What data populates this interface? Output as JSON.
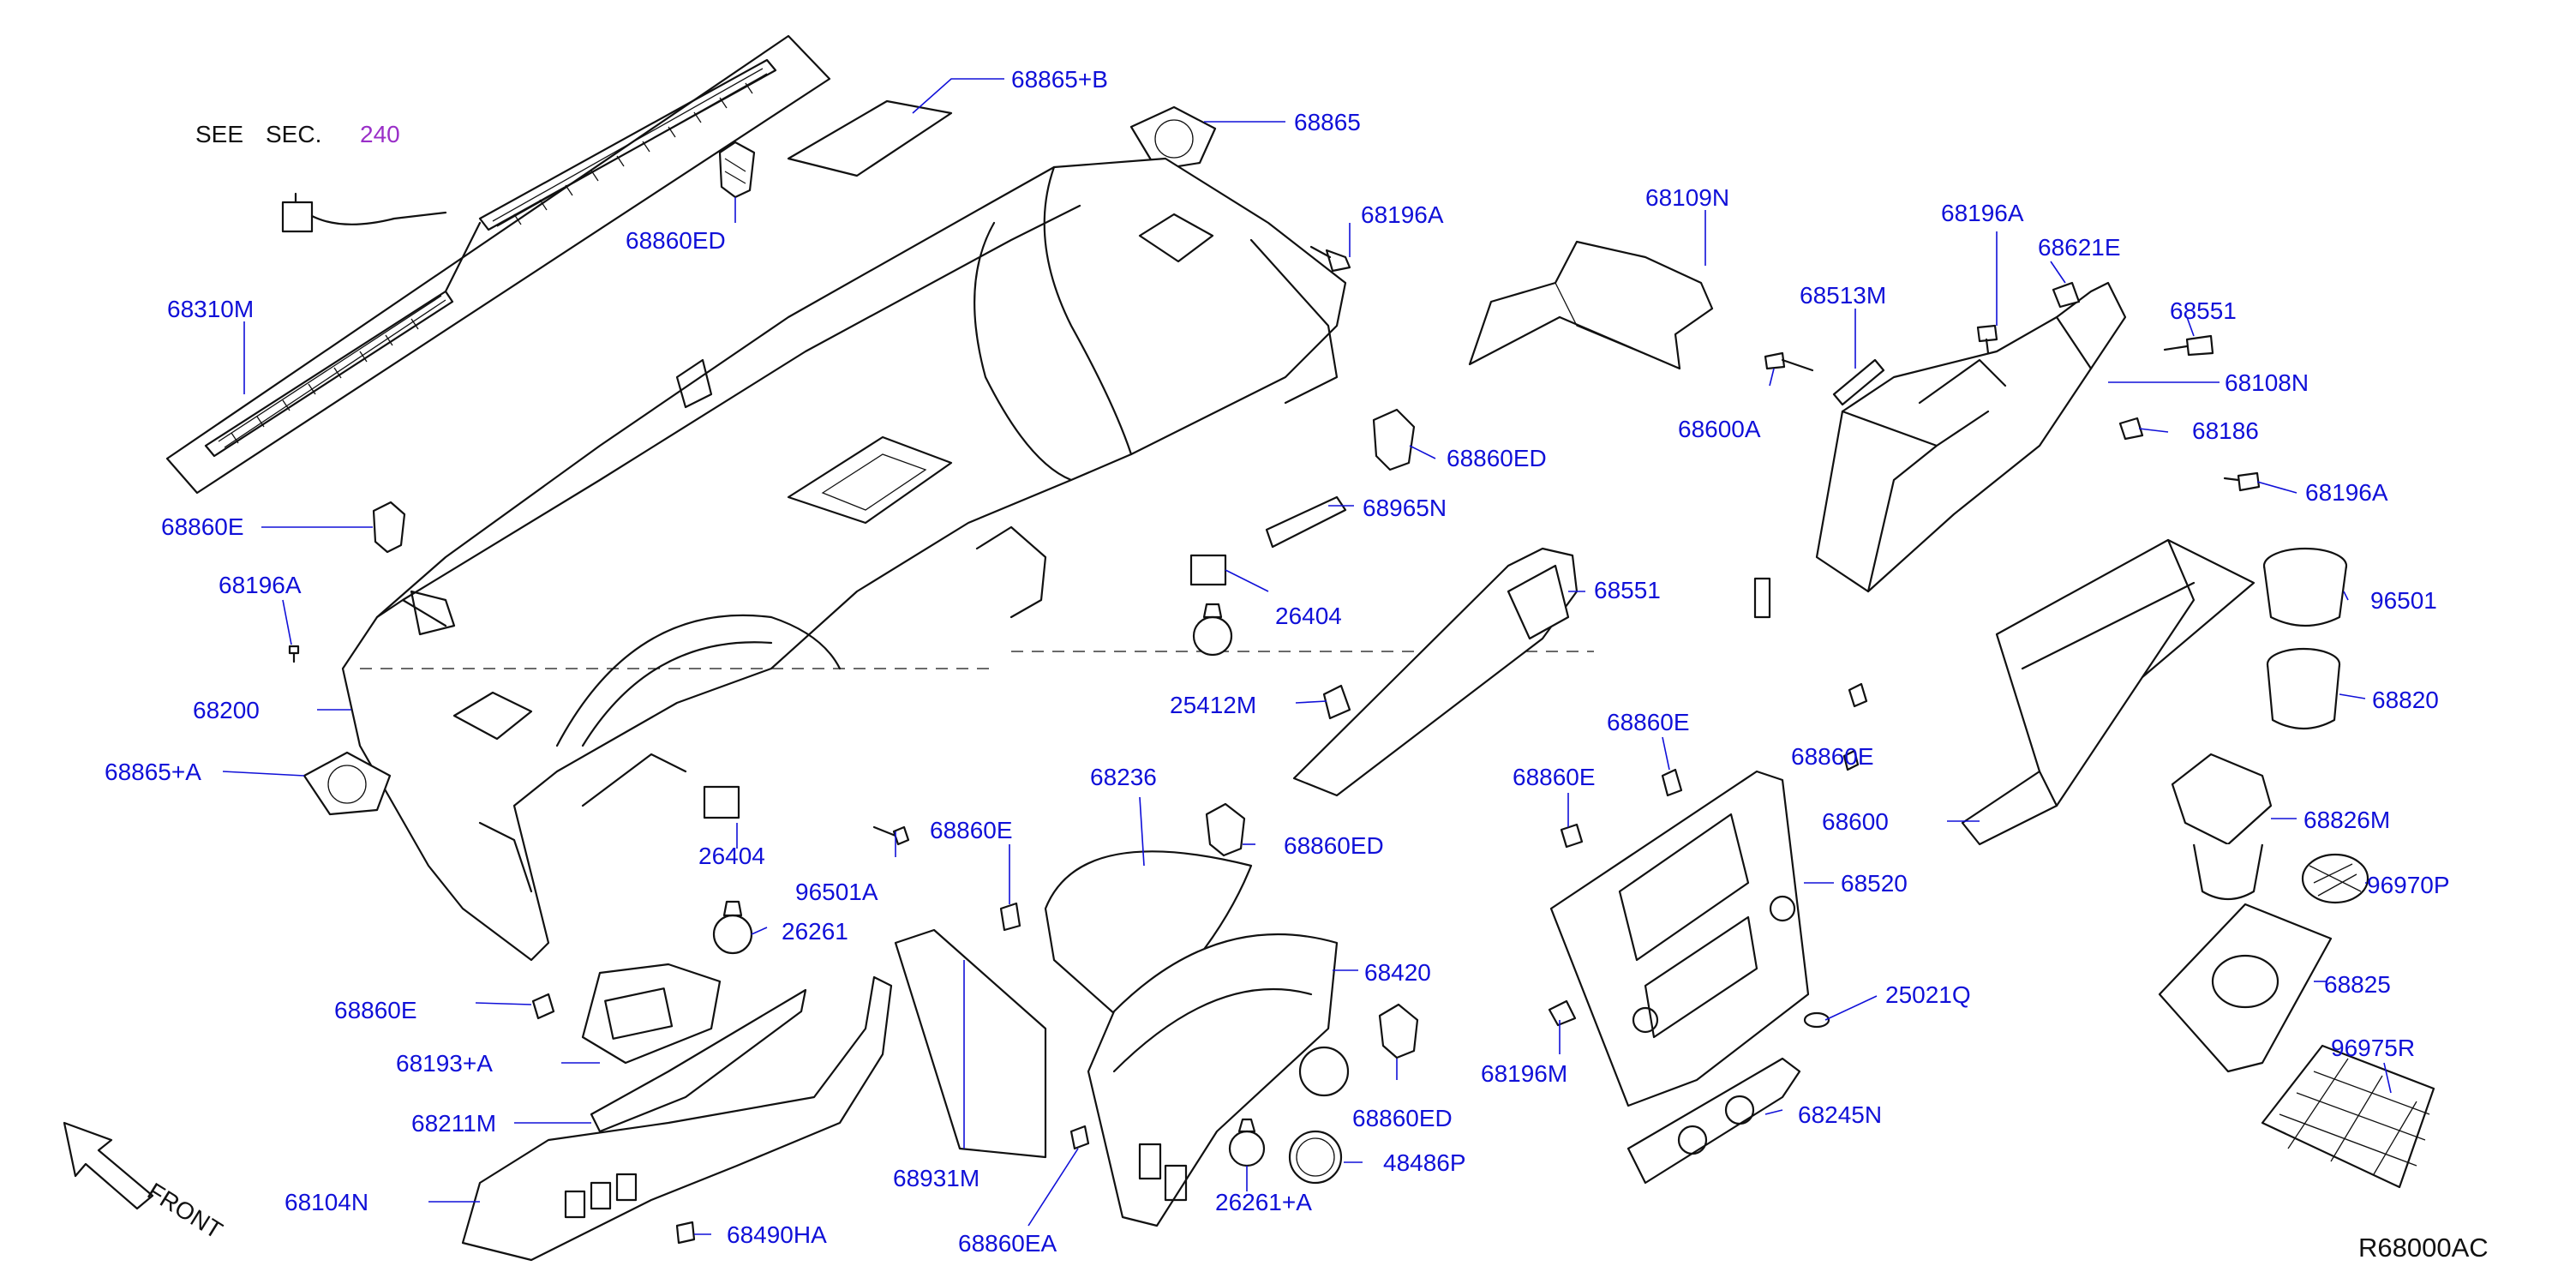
{
  "see_section": {
    "see": "SEE",
    "sec": "SEC.",
    "number": "240"
  },
  "diagram_code": "R68000AC",
  "front_label": "FRONT",
  "labels": {
    "p68865B": "68865+B",
    "p68865": "68865",
    "p68860ED_top": "68860ED",
    "p68310M": "68310M",
    "p68196A_mid": "68196A",
    "p68109N": "68109N",
    "p68196A_r": "68196A",
    "p68621E": "68621E",
    "p68513M": "68513M",
    "p68551_r": "68551",
    "p68108N": "68108N",
    "p68600A": "68600A",
    "p68186": "68186",
    "p68196A_fr": "68196A",
    "p68860E_l": "68860E",
    "p68196A_l": "68196A",
    "p68860ED_mid": "68860ED",
    "p68965N": "68965N",
    "p26404_a": "26404",
    "p68551_m": "68551",
    "p96501": "96501",
    "p68820": "68820",
    "p68200": "68200",
    "p25412M": "25412M",
    "p68865A": "68865+A",
    "p68860E_m1": "68860E",
    "p68860E_rc": "68860E",
    "p68236": "68236",
    "p68860E_m2": "68860E",
    "p26404_b": "26404",
    "p68600": "68600",
    "p68826M": "68826M",
    "p96501A": "96501A",
    "p68860E_c": "68860E",
    "p68860ED_c": "68860ED",
    "p68520": "68520",
    "p96970P": "96970P",
    "p26261": "26261",
    "p68420": "68420",
    "p68825": "68825",
    "p25021Q": "25021Q",
    "p68860E_ll": "68860E",
    "p68193A": "68193+A",
    "p68196M": "68196M",
    "p96975R": "96975R",
    "p68860ED_b": "68860ED",
    "p68211M": "68211M",
    "p68245N": "68245N",
    "p48486P": "48486P",
    "p68931M": "68931M",
    "p26261A": "26261+A",
    "p68104N": "68104N",
    "p68490HA": "68490HA",
    "p68860EA": "68860EA"
  },
  "colors": {
    "label": "#1010d8",
    "section_number": "#9a2fc8",
    "line": "#111111"
  }
}
